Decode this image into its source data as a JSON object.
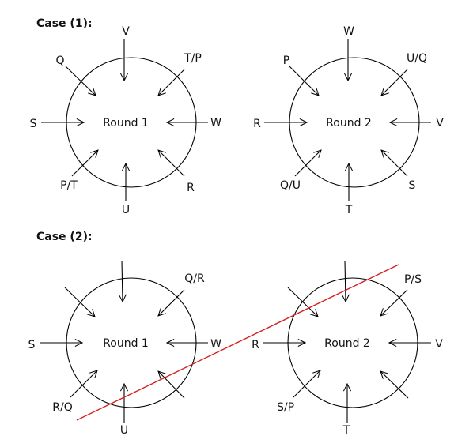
{
  "cases": [
    {
      "title": "Case (1):",
      "rounds": [
        {
          "label": "Round 1",
          "seats": {
            "n": "V",
            "ne": "T/P",
            "e": "W",
            "se": "R",
            "s": "U",
            "sw": "P/T",
            "w": "S",
            "nw": "Q"
          }
        },
        {
          "label": "Round 2",
          "seats": {
            "n": "W",
            "ne": "U/Q",
            "e": "V",
            "se": "S",
            "s": "T",
            "sw": "Q/U",
            "w": "R",
            "nw": "P"
          }
        }
      ]
    },
    {
      "title": "Case (2):",
      "rounds": [
        {
          "label": "Round 1",
          "seats": {
            "n": "",
            "ne": "Q/R",
            "e": "W",
            "se": "",
            "s": "U",
            "sw": "R/Q",
            "w": "S",
            "nw": ""
          }
        },
        {
          "label": "Round 2",
          "seats": {
            "n": "",
            "ne": "P/S",
            "e": "V",
            "se": "",
            "s": "T",
            "sw": "S/P",
            "w": "R",
            "nw": ""
          }
        }
      ]
    }
  ],
  "colors": {
    "line": "#000000",
    "strike": "#d62020"
  }
}
